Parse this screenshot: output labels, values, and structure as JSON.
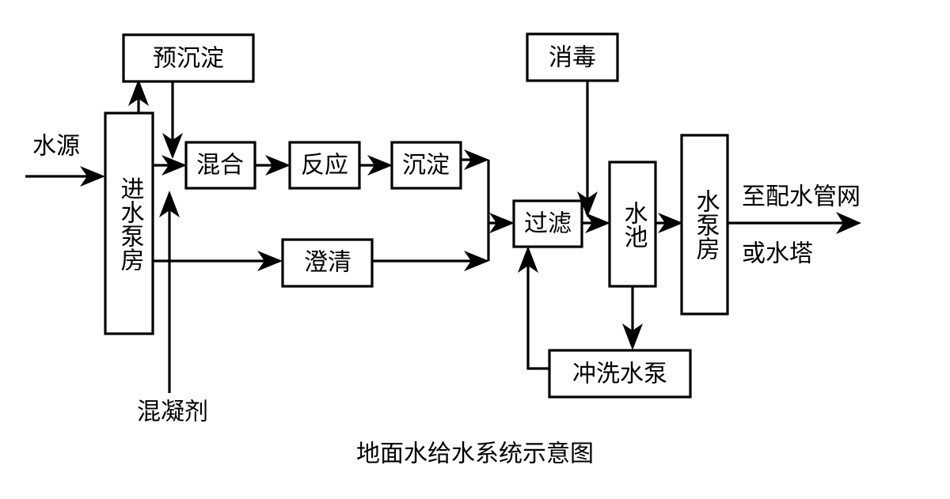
{
  "diagram": {
    "caption": "地面水给水系统示意图",
    "colors": {
      "stroke": "#000000",
      "fill": "#ffffff",
      "background": "#ffffff"
    },
    "nodes": [
      {
        "id": "pre-sedimentation",
        "label": "预沉淀",
        "orientation": "horizontal"
      },
      {
        "id": "intake-pump-house",
        "label": "进水泵房",
        "orientation": "vertical"
      },
      {
        "id": "mixing",
        "label": "混合",
        "orientation": "horizontal"
      },
      {
        "id": "reaction",
        "label": "反应",
        "orientation": "horizontal"
      },
      {
        "id": "sedimentation",
        "label": "沉淀",
        "orientation": "horizontal"
      },
      {
        "id": "clarification",
        "label": "澄清",
        "orientation": "horizontal"
      },
      {
        "id": "disinfection",
        "label": "消毒",
        "orientation": "horizontal"
      },
      {
        "id": "filtration",
        "label": "过滤",
        "orientation": "horizontal"
      },
      {
        "id": "clear-water-tank",
        "label": "水池",
        "orientation": "vertical"
      },
      {
        "id": "water-pump-house",
        "label": "水泵房",
        "orientation": "vertical"
      },
      {
        "id": "backwash-pump",
        "label": "冲洗水泵",
        "orientation": "horizontal"
      }
    ],
    "free_labels": [
      {
        "id": "water-source",
        "label": "水源"
      },
      {
        "id": "coagulant",
        "label": "混凝剂"
      },
      {
        "id": "to-distribution-network",
        "label": "至配水管网"
      },
      {
        "id": "or-water-tower",
        "label": "或水塔"
      }
    ],
    "flows": [
      {
        "from": "水源",
        "to": "进水泵房"
      },
      {
        "from": "进水泵房",
        "to": "预沉淀"
      },
      {
        "from": "预沉淀",
        "to": "混合"
      },
      {
        "from": "进水泵房",
        "to": "混合"
      },
      {
        "from": "混凝剂",
        "to": "混合"
      },
      {
        "from": "混合",
        "to": "反应"
      },
      {
        "from": "反应",
        "to": "沉淀"
      },
      {
        "from": "沉淀",
        "to": "过滤"
      },
      {
        "from": "进水泵房",
        "to": "澄清"
      },
      {
        "from": "混凝剂",
        "to": "澄清"
      },
      {
        "from": "澄清",
        "to": "过滤"
      },
      {
        "from": "消毒",
        "to": "过滤"
      },
      {
        "from": "冲洗水泵",
        "to": "过滤"
      },
      {
        "from": "过滤",
        "to": "水池"
      },
      {
        "from": "水池",
        "to": "水泵房"
      },
      {
        "from": "水池",
        "to": "冲洗水泵"
      },
      {
        "from": "水泵房",
        "to": "至配水管网或水塔"
      }
    ]
  }
}
